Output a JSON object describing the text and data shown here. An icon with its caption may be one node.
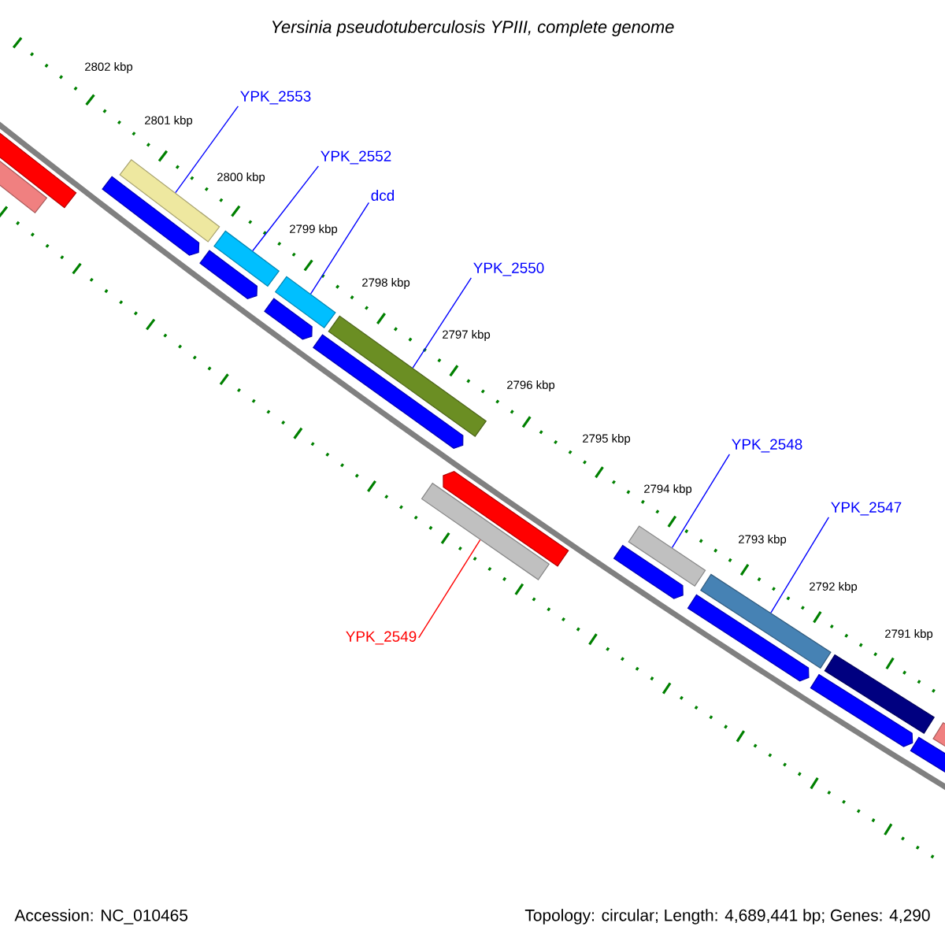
{
  "diagram": {
    "title": "Yersinia pseudotuberculosis YPIII, complete genome",
    "nodes": [
      {
        "text": [
          "YPK_2553"
        ]
      },
      {
        "text": [
          "YPK_2552"
        ]
      },
      {
        "text": [
          "dcd"
        ]
      },
      {
        "text": [
          "YPK_2550"
        ]
      },
      {
        "text": [
          "YPK_2548"
        ]
      },
      {
        "text": [
          "YPK_2547"
        ]
      },
      {
        "text": [
          "YPK_2549"
        ]
      },
      {
        "text": [],
        "shape": "bar"
      },
      {
        "text": [],
        "shape": "bar"
      },
      {
        "text": [],
        "shape": "bar"
      },
      {
        "text": [],
        "shape": "bar"
      },
      {
        "text": [],
        "shape": "bar"
      },
      {
        "text": [],
        "shape": "bar"
      },
      {
        "text": [],
        "shape": "bar"
      },
      {
        "text": [],
        "shape": "bar"
      },
      {
        "text": [],
        "shape": "bar"
      },
      {
        "text": [],
        "shape": "bar"
      },
      {
        "text": [],
        "shape": "bar"
      },
      {
        "text": [],
        "shape": "bar"
      },
      {
        "text": [],
        "shape": "bar"
      },
      {
        "text": [],
        "shape": "bar"
      },
      {
        "text": [],
        "shape": "bar"
      },
      {
        "text": [],
        "shape": "bar"
      },
      {
        "text": [],
        "shape": "bar"
      },
      {
        "text": [],
        "shape": "bar"
      },
      {
        "text": [],
        "shape": "bar"
      },
      {
        "text": [],
        "shape": "bar"
      }
    ],
    "edges": [
      {
        "from": 0,
        "to": 9,
        "arrow": "none"
      },
      {
        "from": 1,
        "to": 11,
        "arrow": "none"
      },
      {
        "from": 2,
        "to": 13,
        "arrow": "none"
      },
      {
        "from": 3,
        "to": 15,
        "arrow": "none"
      },
      {
        "from": 4,
        "to": 19,
        "arrow": "none"
      },
      {
        "from": 5,
        "to": 21,
        "arrow": "none"
      },
      {
        "from": 6,
        "to": 18,
        "arrow": "none",
        "color": "#ff0000"
      }
    ],
    "labels": [
      "2802 kbp",
      "2801 kbp",
      "2800 kbp",
      "2799 kbp",
      "2798 kbp",
      "2797 kbp",
      "2796 kbp",
      "2795 kbp",
      "2794 kbp",
      "2793 kbp",
      "2792 kbp",
      "2791 kbp",
      "Accession: NC_010465",
      "Topology: circular; Length: 4,689,441 bp; Genes: 4,290"
    ]
  }
}
